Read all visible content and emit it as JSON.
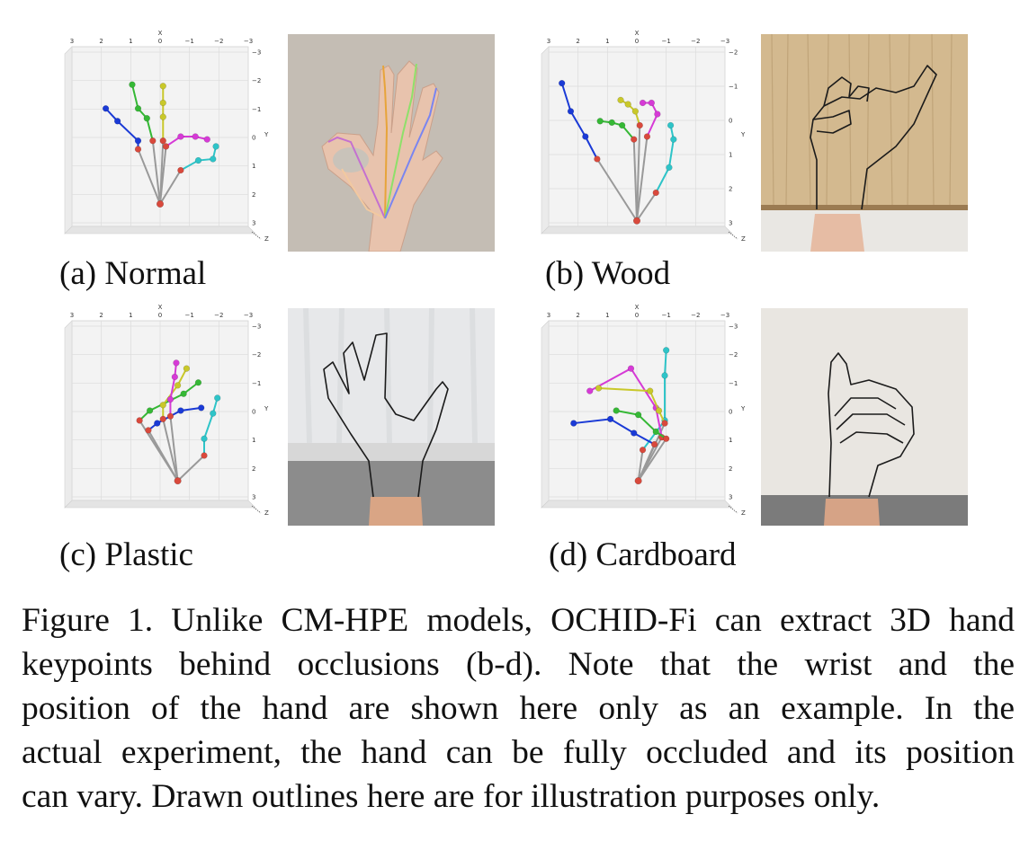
{
  "panels": [
    {
      "id": "a",
      "caption": "(a) Normal",
      "plot": {
        "axis_x_label": "X",
        "axis_y_label": "Y",
        "axis_z_label": "Z",
        "x_ticks": [
          "3",
          "2",
          "1",
          "0",
          "−1",
          "−2",
          "−3"
        ],
        "y_ticks": [
          "−3",
          "−2",
          "−1",
          "0",
          "1",
          "2",
          "3"
        ],
        "wrist": [
          0.0,
          2.4
        ],
        "fingers": [
          {
            "color": "#2ec4c8",
            "points": [
              [
                -0.7,
                1.2
              ],
              [
                -1.3,
                0.85
              ],
              [
                -1.8,
                0.8
              ],
              [
                -1.9,
                0.35
              ]
            ]
          },
          {
            "color": "#d63ad6",
            "points": [
              [
                -0.2,
                0.35
              ],
              [
                -0.7,
                0.0
              ],
              [
                -1.2,
                0.0
              ],
              [
                -1.6,
                0.1
              ]
            ]
          },
          {
            "color": "#c9c82a",
            "points": [
              [
                -0.1,
                0.15
              ],
              [
                -0.1,
                -0.7
              ],
              [
                -0.1,
                -1.2
              ],
              [
                -0.1,
                -1.8
              ]
            ]
          },
          {
            "color": "#35b835",
            "points": [
              [
                0.25,
                0.15
              ],
              [
                0.45,
                -0.65
              ],
              [
                0.75,
                -1.0
              ],
              [
                0.95,
                -1.85
              ]
            ]
          },
          {
            "color": "#1a3ad6",
            "points": [
              [
                0.75,
                0.45
              ],
              [
                0.75,
                0.15
              ],
              [
                1.45,
                -0.55
              ],
              [
                1.85,
                -1.0
              ]
            ]
          }
        ]
      }
    },
    {
      "id": "b",
      "caption": "(b) Wood",
      "plot": {
        "axis_x_label": "X",
        "axis_y_label": "Y",
        "axis_z_label": "Z",
        "x_ticks": [
          "3",
          "2",
          "1",
          "0",
          "−1",
          "−2",
          "−3"
        ],
        "y_ticks": [
          "−2",
          "−1",
          "0",
          "1",
          "2",
          "3"
        ],
        "wrist": [
          0.0,
          3.0
        ],
        "fingers": [
          {
            "color": "#2ec4c8",
            "points": [
              [
                -0.65,
                2.0
              ],
              [
                -1.1,
                1.1
              ],
              [
                -1.25,
                0.1
              ],
              [
                -1.15,
                -0.4
              ]
            ]
          },
          {
            "color": "#d63ad6",
            "points": [
              [
                -0.35,
                0.0
              ],
              [
                -0.7,
                -0.8
              ],
              [
                -0.5,
                -1.2
              ],
              [
                -0.2,
                -1.2
              ]
            ]
          },
          {
            "color": "#c9c82a",
            "points": [
              [
                -0.1,
                -0.4
              ],
              [
                0.05,
                -0.9
              ],
              [
                0.3,
                -1.15
              ],
              [
                0.55,
                -1.3
              ]
            ]
          },
          {
            "color": "#35b835",
            "points": [
              [
                0.1,
                0.1
              ],
              [
                0.5,
                -0.4
              ],
              [
                0.85,
                -0.5
              ],
              [
                1.25,
                -0.55
              ]
            ]
          },
          {
            "color": "#1a3ad6",
            "points": [
              [
                1.35,
                0.8
              ],
              [
                1.75,
                0.0
              ],
              [
                2.25,
                -0.9
              ],
              [
                2.55,
                -1.9
              ]
            ]
          }
        ]
      }
    },
    {
      "id": "c",
      "caption": "(c) Plastic",
      "plot": {
        "axis_x_label": "X",
        "axis_y_label": "Y",
        "axis_z_label": "Z",
        "x_ticks": [
          "3",
          "2",
          "1",
          "0",
          "−1",
          "−2",
          "−3"
        ],
        "y_ticks": [
          "−3",
          "−2",
          "−1",
          "0",
          "1",
          "2",
          "3"
        ],
        "wrist": [
          -0.6,
          2.5
        ],
        "fingers": [
          {
            "color": "#1a3ad6",
            "points": [
              [
                0.4,
                0.7
              ],
              [
                0.1,
                0.45
              ],
              [
                -0.7,
                0.0
              ],
              [
                -1.4,
                -0.1
              ]
            ]
          },
          {
            "color": "#35b835",
            "points": [
              [
                0.7,
                0.35
              ],
              [
                0.35,
                0.0
              ],
              [
                -0.8,
                -0.6
              ],
              [
                -1.3,
                -1.0
              ]
            ]
          },
          {
            "color": "#c9c82a",
            "points": [
              [
                -0.1,
                0.3
              ],
              [
                -0.1,
                -0.2
              ],
              [
                -0.6,
                -0.9
              ],
              [
                -0.9,
                -1.5
              ]
            ]
          },
          {
            "color": "#d63ad6",
            "points": [
              [
                -0.35,
                0.2
              ],
              [
                -0.35,
                -0.4
              ],
              [
                -0.5,
                -1.2
              ],
              [
                -0.55,
                -1.7
              ]
            ]
          },
          {
            "color": "#2ec4c8",
            "points": [
              [
                -1.5,
                1.6
              ],
              [
                -1.5,
                1.0
              ],
              [
                -1.8,
                0.1
              ],
              [
                -1.95,
                -0.45
              ]
            ]
          }
        ]
      }
    },
    {
      "id": "d",
      "caption": "(d) Cardboard",
      "plot": {
        "axis_x_label": "X",
        "axis_y_label": "Y",
        "axis_z_label": "Z",
        "x_ticks": [
          "3",
          "2",
          "1",
          "0",
          "−1",
          "−2",
          "−3"
        ],
        "y_ticks": [
          "−3",
          "−2",
          "−1",
          "0",
          "1",
          "2",
          "3"
        ],
        "wrist": [
          -0.05,
          2.5
        ],
        "fingers": [
          {
            "color": "#2ec4c8",
            "points": [
              [
                -0.2,
                1.4
              ],
              [
                -0.95,
                0.35
              ],
              [
                -0.95,
                -1.25
              ],
              [
                -1.0,
                -2.15
              ]
            ]
          },
          {
            "color": "#d63ad6",
            "points": [
              [
                -0.85,
                0.95
              ],
              [
                -0.65,
                -0.1
              ],
              [
                0.2,
                -1.5
              ],
              [
                1.6,
                -0.7
              ]
            ]
          },
          {
            "color": "#c9c82a",
            "points": [
              [
                -0.95,
                0.45
              ],
              [
                -0.75,
                0.0
              ],
              [
                -0.45,
                -0.7
              ],
              [
                1.3,
                -0.8
              ]
            ]
          },
          {
            "color": "#35b835",
            "points": [
              [
                -1.0,
                1.0
              ],
              [
                -0.65,
                0.75
              ],
              [
                -0.05,
                0.15
              ],
              [
                0.7,
                0.0
              ]
            ]
          },
          {
            "color": "#1a3ad6",
            "points": [
              [
                -0.6,
                1.2
              ],
              [
                0.1,
                0.8
              ],
              [
                0.9,
                0.3
              ],
              [
                2.15,
                0.45
              ]
            ]
          }
        ]
      }
    }
  ],
  "figure_caption": {
    "lines": [
      "Figure 1. Unlike CM-HPE models, OCHID-Fi can extract 3D hand",
      "keypoints behind occlusions (b-d).  Note that the wrist and the",
      "position of the hand are shown here only as an example.  In the",
      "actual experiment, the hand can be fully occluded and its position",
      "can vary. Drawn outlines here are for illustration purposes only."
    ]
  }
}
